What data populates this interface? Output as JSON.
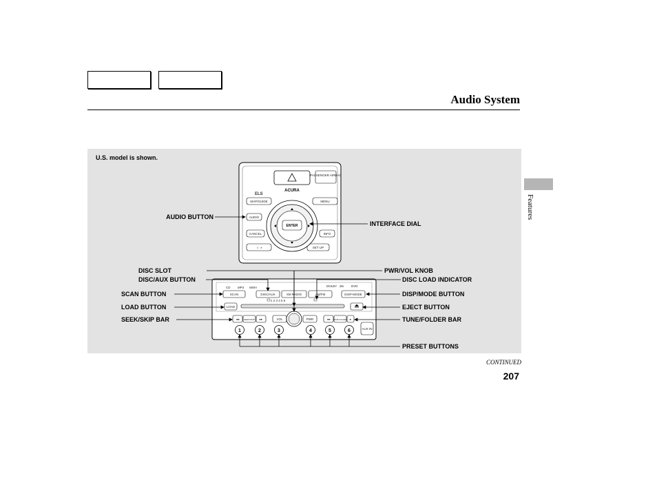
{
  "header": {
    "title": "Audio System"
  },
  "section_tab": {
    "label": "Features"
  },
  "figure": {
    "caption": "U.S. model is shown.",
    "upper_unit": {
      "brand": "ACURA",
      "enter": "ENTER",
      "map_guide": "MAP/GUIDE",
      "menu": "MENU",
      "audio": "AUDIO",
      "cancel": "CANCEL",
      "info": "INFO",
      "setup": "SET UP",
      "passenger_airbag": "PASSENGER AIRBAG"
    },
    "lower_unit": {
      "scan": "SCAN",
      "disc_aux": "DISC/AUX",
      "am_fm": "AM/FM",
      "xm": "XM RADIO",
      "disp_mode": "DISP-MODE",
      "load": "LOAD",
      "vol": "VOL",
      "pwr": "PWR",
      "aux_in": "AUX IN",
      "seek_skip": "SEEK/SKIP",
      "tune_folder": "TUNE FOLDER",
      "presets": [
        "1",
        "2",
        "3",
        "4",
        "5",
        "6"
      ]
    },
    "callouts": {
      "audio_button": "AUDIO BUTTON",
      "interface_dial": "INTERFACE DIAL",
      "disc_slot": "DISC SLOT",
      "disc_aux_button": "DISC/AUX BUTTON",
      "scan_button": "SCAN BUTTON",
      "load_button": "LOAD BUTTON",
      "seek_skip_bar": "SEEK/SKIP BAR",
      "pwr_vol_knob": "PWR/VOL KNOB",
      "disc_load_indicator": "DISC LOAD INDICATOR",
      "disp_mode_button": "DISP/MODE BUTTON",
      "eject_button": "EJECT BUTTON",
      "tune_folder_bar": "TUNE/FOLDER BAR",
      "preset_buttons": "PRESET BUTTONS"
    }
  },
  "footer": {
    "continued": "CONTINUED",
    "page_number": "207"
  }
}
